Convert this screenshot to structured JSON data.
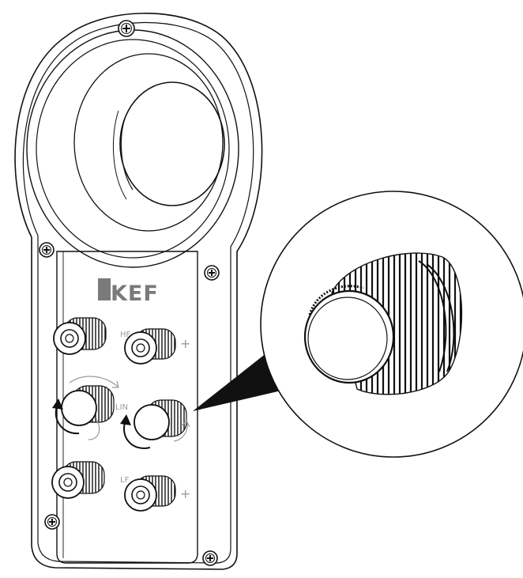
{
  "brand": {
    "name": "KEF"
  },
  "terminals": {
    "hf_label": "HF",
    "lf_label": "LF",
    "link_label": "LIN",
    "polarity_plus": "+"
  },
  "icons": {
    "rotation_arrow": "rotate-arrow-icon",
    "screw": "screw-icon",
    "kef_logo": "kef-logo-icon"
  },
  "colors": {
    "line": "#111111",
    "label_gray": "#9a9a9a",
    "brand_gray": "#7a7a7a"
  }
}
